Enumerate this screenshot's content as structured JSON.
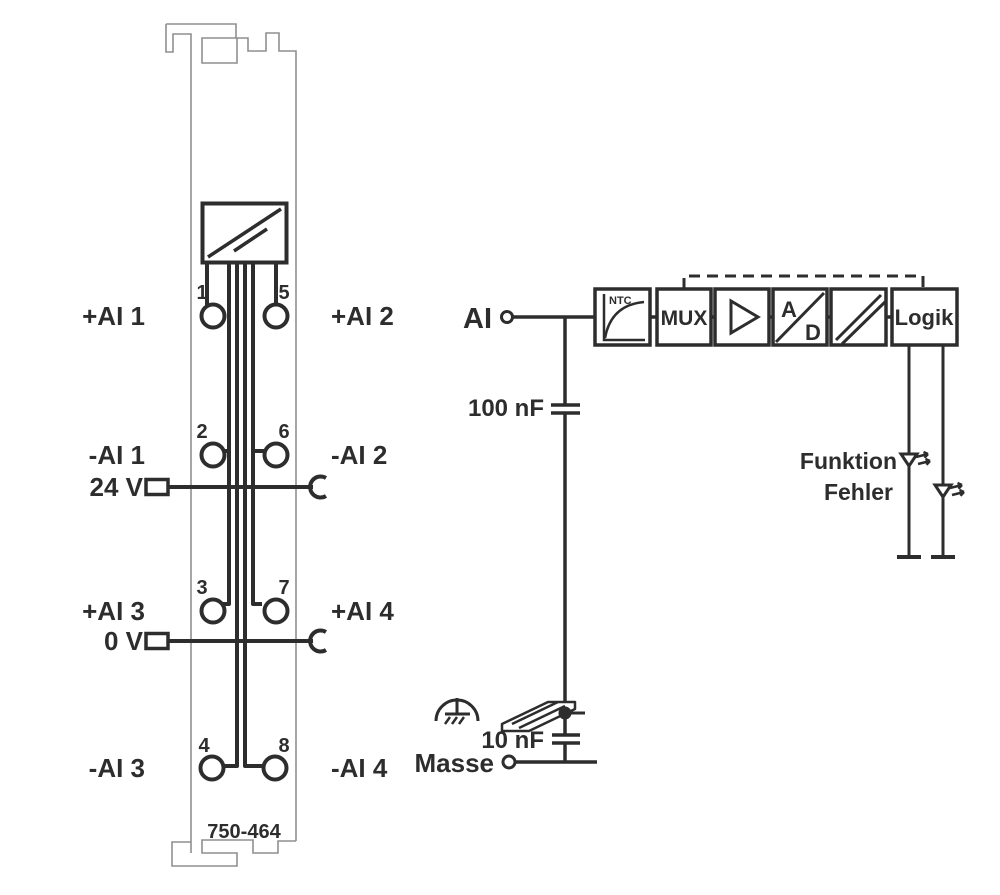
{
  "module": {
    "part_number": "750-464",
    "rows": [
      {
        "left_terminal": "1",
        "right_terminal": "5",
        "left_label": "+AI 1",
        "right_label": "+AI 2"
      },
      {
        "left_terminal": "2",
        "right_terminal": "6",
        "left_label": "-AI 1",
        "right_label": "-AI 2"
      },
      {
        "left_terminal": "3",
        "right_terminal": "7",
        "left_label": "+AI 3",
        "right_label": "+AI 4"
      },
      {
        "left_terminal": "4",
        "right_terminal": "8",
        "left_label": "-AI 3",
        "right_label": "-AI 4"
      }
    ],
    "supply_label": "24 V",
    "ground_label": "0 V"
  },
  "flow": {
    "input_label": "AI",
    "input_filter_cap": "100 nF",
    "ground_cap": "10 nF",
    "ground_terminal_label": "Masse",
    "blocks": {
      "ntc": "NTC",
      "mux": "MUX",
      "ad_top": "A",
      "ad_bottom": "D",
      "logic": "Logik"
    },
    "leds": {
      "function": "Funktion",
      "error": "Fehler"
    }
  },
  "colors": {
    "line": "#2d2d2d",
    "module_outline": "#8f8f8f",
    "background": "#ffffff"
  }
}
